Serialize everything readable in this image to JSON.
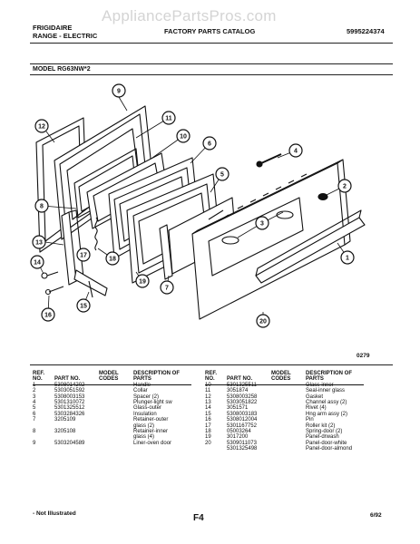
{
  "header": {
    "brand": "FRIGIDAIRE",
    "section": "RANGE - ELECTRIC",
    "catalog": "FACTORY PARTS CATALOG",
    "publication": "5995224374",
    "watermark": "AppliancePartsPros.com"
  },
  "model": "MODEL RG63NW*2",
  "callouts": [
    "1",
    "2",
    "3",
    "4",
    "5",
    "6",
    "7",
    "8",
    "9",
    "10",
    "11",
    "12",
    "13",
    "14",
    "15",
    "16",
    "17",
    "18",
    "19",
    "20"
  ],
  "figure_code": "0279",
  "table": {
    "headers": {
      "ref": "REF. NO.",
      "part": "PART NO.",
      "codes": "MODEL CODES",
      "desc": "DESCRIPTION OF PARTS"
    },
    "left": [
      {
        "ref": "1",
        "part": "5308014202",
        "codes": "",
        "desc": "Handle"
      },
      {
        "ref": "2",
        "part": "5303051592",
        "codes": "",
        "desc": "Collar"
      },
      {
        "ref": "3",
        "part": "5308003153",
        "codes": "",
        "desc": "Spacer (2)"
      },
      {
        "ref": "4",
        "part": "5301310072",
        "codes": "",
        "desc": "Plunger-light sw"
      },
      {
        "ref": "5",
        "part": "5301325512",
        "codes": "",
        "desc": "Glass-outer"
      },
      {
        "ref": "6",
        "part": "5303284326",
        "codes": "",
        "desc": "Insulation"
      },
      {
        "ref": "7",
        "part": "3205109",
        "codes": "",
        "desc": "Retainer-outer"
      },
      {
        "ref": "",
        "part": "",
        "codes": "",
        "desc": "glass (2)"
      },
      {
        "ref": "8",
        "part": "3205108",
        "codes": "",
        "desc": "Retainer-inner"
      },
      {
        "ref": "",
        "part": "",
        "codes": "",
        "desc": "glass (4)"
      },
      {
        "ref": "9",
        "part": "5303204589",
        "codes": "",
        "desc": "Liner-oven door"
      }
    ],
    "right": [
      {
        "ref": "10",
        "part": "5301325511",
        "codes": "",
        "desc": "Glass-inner"
      },
      {
        "ref": "11",
        "part": "3051874",
        "codes": "",
        "desc": "Seal-inner glass"
      },
      {
        "ref": "12",
        "part": "5308003258",
        "codes": "",
        "desc": "Gasket"
      },
      {
        "ref": "13",
        "part": "5303051822",
        "codes": "",
        "desc": "Channel assy (2)"
      },
      {
        "ref": "14",
        "part": "3051571",
        "codes": "",
        "desc": "Rivet (4)"
      },
      {
        "ref": "15",
        "part": "5308003183",
        "codes": "",
        "desc": "Hng arm assy (2)"
      },
      {
        "ref": "16",
        "part": "5308012004",
        "codes": "",
        "desc": "Pin"
      },
      {
        "ref": "17",
        "part": "5301167752",
        "codes": "",
        "desc": "Roller kit (2)"
      },
      {
        "ref": "18",
        "part": "05003264",
        "codes": "",
        "desc": "Spring-door (2)"
      },
      {
        "ref": "19",
        "part": "3017200",
        "codes": "",
        "desc": "Panel-drwash"
      },
      {
        "ref": "20",
        "part": "5309011073",
        "codes": "",
        "desc": "Panel-door-white"
      },
      {
        "ref": "",
        "part": "5301325498",
        "codes": "",
        "desc": "Panel-door-almond"
      }
    ]
  },
  "footer": {
    "note": "- Not Illustrated",
    "page": "F4",
    "date": "6/92"
  }
}
